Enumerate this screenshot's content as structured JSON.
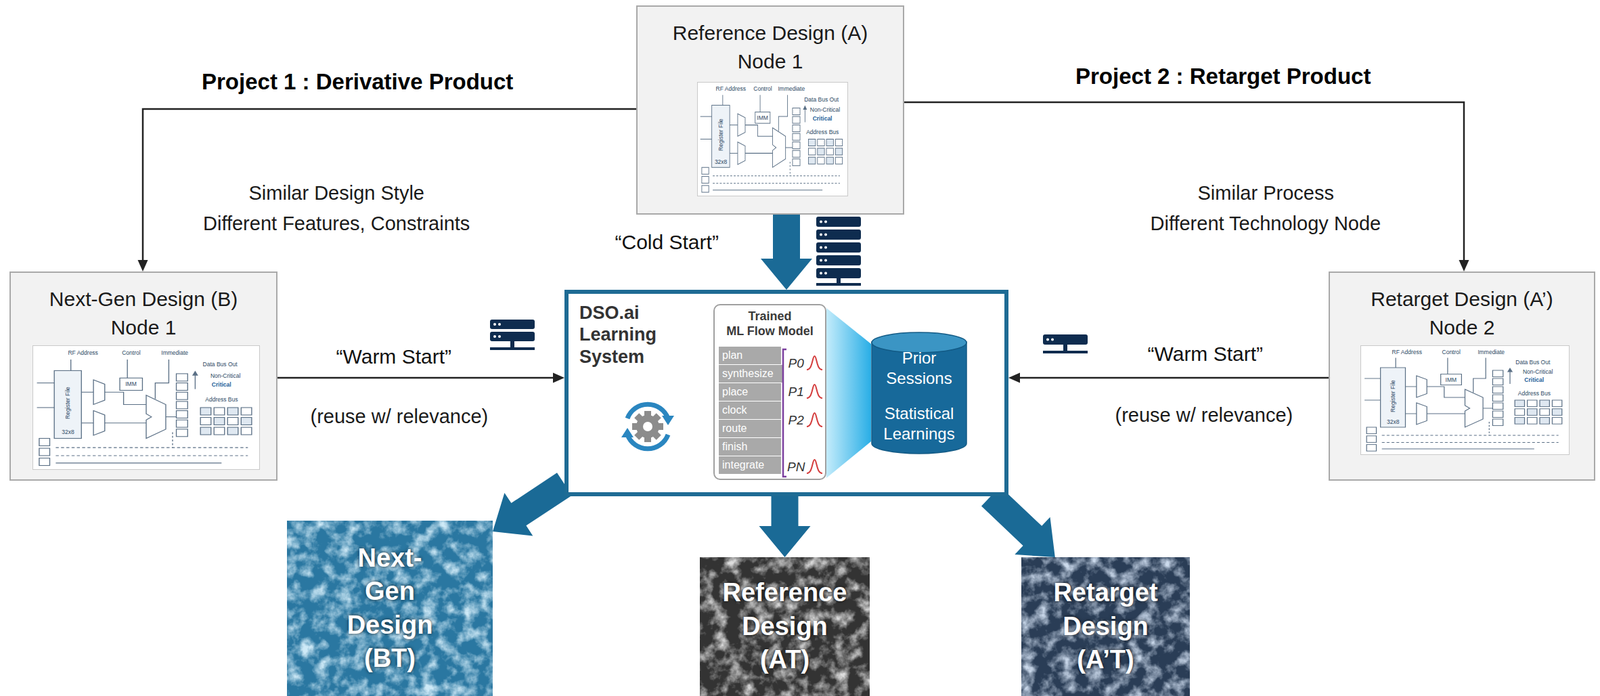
{
  "diagram": {
    "nodes": [
      {
        "text": [
          "Reference Design (A)",
          "Node 1"
        ]
      },
      {
        "text": [
          "Next-Gen Design (B)",
          "Node 1"
        ]
      },
      {
        "text": [
          "Retarget Design (A’)",
          "Node 2"
        ]
      },
      {
        "text": [
          "DSO.ai Learning System"
        ]
      },
      {
        "text": [
          "Trained",
          "ML Flow Model"
        ],
        "in": 3
      },
      {
        "text": [
          "plan"
        ],
        "in": 4
      },
      {
        "text": [
          "synthesize"
        ],
        "in": 4
      },
      {
        "text": [
          "place"
        ],
        "in": 4
      },
      {
        "text": [
          "clock"
        ],
        "in": 4
      },
      {
        "text": [
          "route"
        ],
        "in": 4
      },
      {
        "text": [
          "finish"
        ],
        "in": 4
      },
      {
        "text": [
          "integrate"
        ],
        "in": 4
      },
      {
        "text": [
          "Prior Sessions",
          "Statistical Learnings"
        ],
        "in": 3
      },
      {
        "text": [
          "Next-Gen Design (BT)"
        ]
      },
      {
        "text": [
          "Reference Design (AT)"
        ]
      },
      {
        "text": [
          "Retarget Design (A’T)"
        ]
      }
    ],
    "edges": [
      {
        "from": 0,
        "to": 1,
        "arrow": "to",
        "label": "Project 1 : Derivative Product"
      },
      {
        "from": 0,
        "to": 2,
        "arrow": "to",
        "label": "Project 2 : Retarget Product"
      },
      {
        "from": 0,
        "to": 3,
        "arrow": "to",
        "label": "“Cold Start”"
      },
      {
        "from": 1,
        "to": 3,
        "arrow": "to",
        "label": "“Warm Start”"
      },
      {
        "from": 2,
        "to": 3,
        "arrow": "to",
        "label": "“Warm Start”"
      },
      {
        "from": 3,
        "to": 13,
        "arrow": "to"
      },
      {
        "from": 3,
        "to": 14,
        "arrow": "to"
      },
      {
        "from": 3,
        "to": 15,
        "arrow": "to"
      }
    ],
    "labels": [
      "Similar Design Style",
      "Different Features, Constraints",
      "Similar Process",
      "Different Technology Node",
      "(reuse w/ relevance)",
      "(reuse w/ relevance)",
      "P0",
      "P1",
      "P2",
      "PN",
      "RF Address",
      "Control",
      "Immediate",
      "IMM",
      "Register File",
      "32x8",
      "Data Bus Out",
      "Address Bus",
      "Non-Critical",
      "Critical",
      "RF Address",
      "Control",
      "Immediate",
      "IMM",
      "Register File",
      "32x8",
      "Data Bus Out",
      "Address Bus",
      "Non-Critical",
      "Critical",
      "RF Address",
      "Control",
      "Immediate",
      "IMM",
      "Register File",
      "32x8",
      "Data Bus Out",
      "Address Bus",
      "Non-Critical",
      "Critical"
    ]
  }
}
